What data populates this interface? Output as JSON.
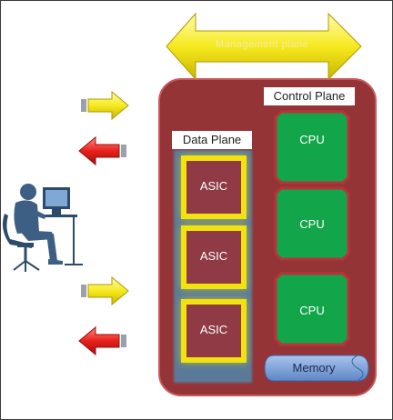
{
  "management": {
    "label": "Management plane"
  },
  "control_plane": {
    "label": "Control Plane",
    "cpus": [
      "CPU",
      "CPU",
      "CPU"
    ],
    "memory_label": "Memory"
  },
  "data_plane": {
    "label": "Data Plane",
    "asics": [
      "ASIC",
      "ASIC",
      "ASIC"
    ]
  },
  "arrows": [
    {
      "direction": "right",
      "color": "yellow"
    },
    {
      "direction": "left",
      "color": "red"
    },
    {
      "direction": "right",
      "color": "yellow"
    },
    {
      "direction": "left",
      "color": "red"
    }
  ],
  "colors": {
    "device": "#943437",
    "dataplane": "#5a7a98",
    "asic_border": "#f2e20e",
    "cpu": "#12a54a",
    "memory": "#6f98d6",
    "yellow_arrow": "#f6ea1e",
    "red_arrow": "#e8201c"
  },
  "icons": [
    "management-arrow-icon",
    "user-at-computer-icon"
  ]
}
